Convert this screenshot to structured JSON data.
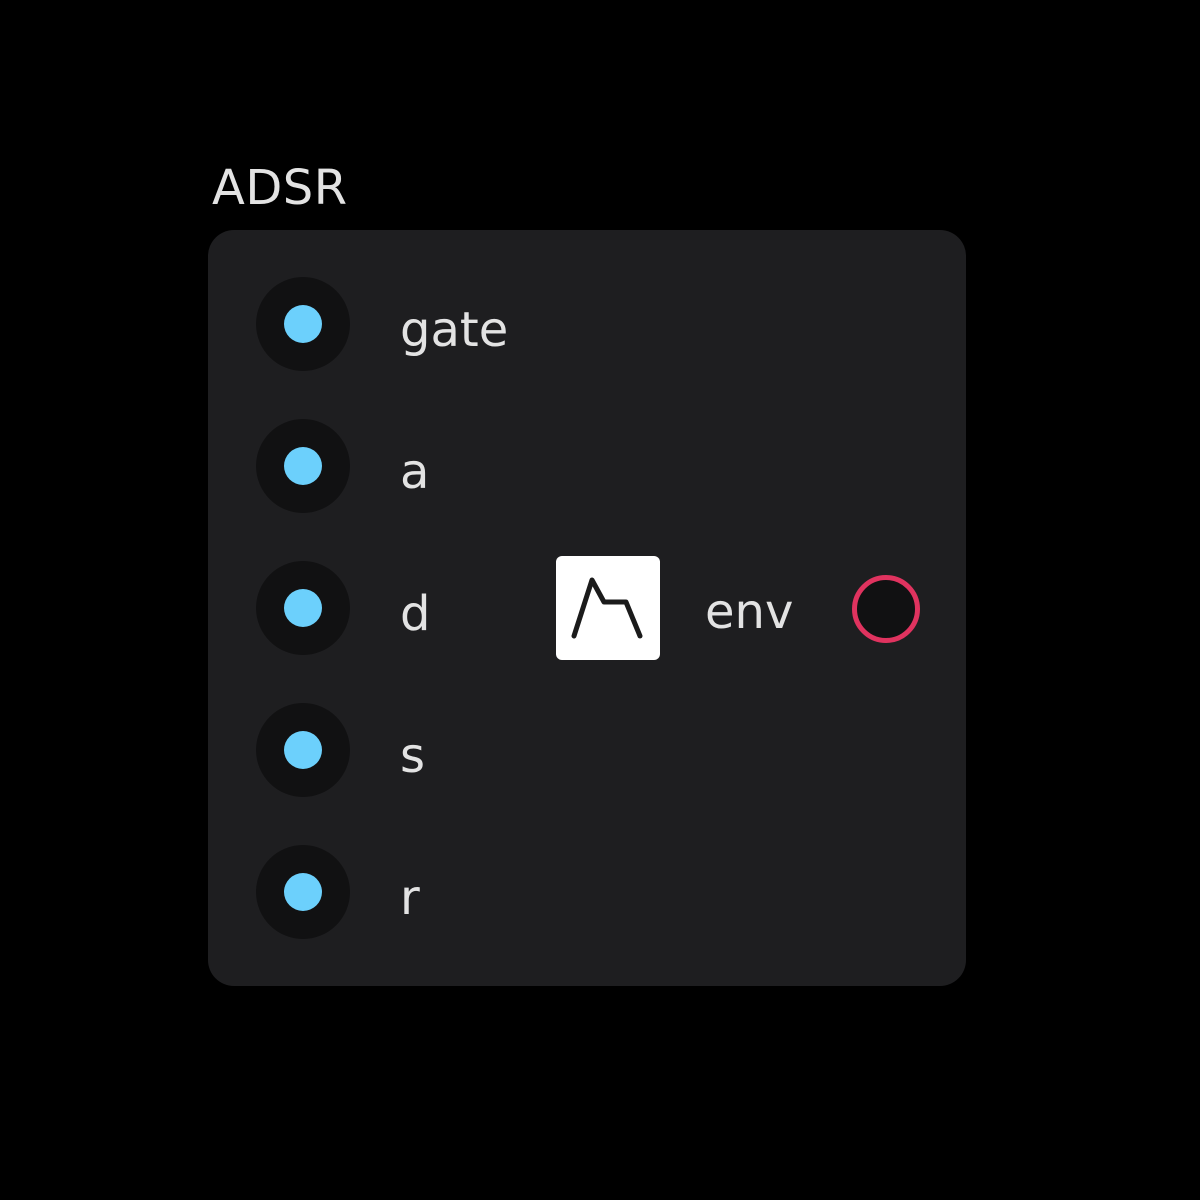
{
  "node": {
    "title": "ADSR",
    "inputs": [
      {
        "label": "gate"
      },
      {
        "label": "a"
      },
      {
        "label": "d"
      },
      {
        "label": "s"
      },
      {
        "label": "r"
      }
    ],
    "output": {
      "label": "env"
    },
    "icon": "envelope-icon"
  },
  "colors": {
    "background": "#000000",
    "panel": "#1e1e20",
    "input_port": "#6cd0fc",
    "output_port": "#e0335f",
    "text": "#e3e3e3"
  }
}
